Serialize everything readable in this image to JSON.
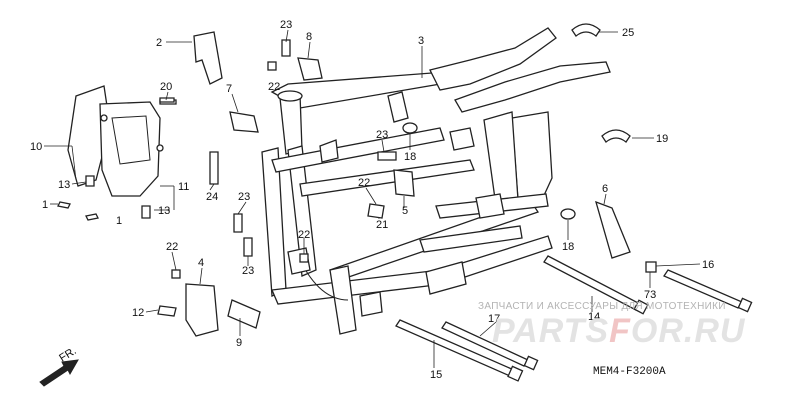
{
  "diagram": {
    "code": "MEM4-F3200A",
    "direction_label": "FR.",
    "watermark": {
      "text": "ЗАПЧАСТИ И АКСЕССУАРЫ ДЛЯ МОТОТЕХНИКИ",
      "logo_left": "PARTS",
      "logo_mark": "F",
      "logo_right": "OR.RU"
    },
    "callouts": [
      {
        "id": "c2",
        "label": "2"
      },
      {
        "id": "c3",
        "label": "3"
      },
      {
        "id": "c23a",
        "label": "23"
      },
      {
        "id": "c8",
        "label": "8"
      },
      {
        "id": "c22a",
        "label": "22"
      },
      {
        "id": "c25",
        "label": "25"
      },
      {
        "id": "c20",
        "label": "20"
      },
      {
        "id": "c7",
        "label": "7"
      },
      {
        "id": "c10",
        "label": "10"
      },
      {
        "id": "c13a",
        "label": "13"
      },
      {
        "id": "c11",
        "label": "11"
      },
      {
        "id": "c1a",
        "label": "1"
      },
      {
        "id": "c1b",
        "label": "1"
      },
      {
        "id": "c13b",
        "label": "13"
      },
      {
        "id": "c24",
        "label": "24"
      },
      {
        "id": "c23b",
        "label": "23"
      },
      {
        "id": "c18a",
        "label": "18"
      },
      {
        "id": "c19",
        "label": "19"
      },
      {
        "id": "c22b",
        "label": "22"
      },
      {
        "id": "c5",
        "label": "5"
      },
      {
        "id": "c21",
        "label": "21"
      },
      {
        "id": "c23c",
        "label": "23"
      },
      {
        "id": "c22c",
        "label": "22"
      },
      {
        "id": "c23d",
        "label": "23"
      },
      {
        "id": "c6",
        "label": "6"
      },
      {
        "id": "c18b",
        "label": "18"
      },
      {
        "id": "c22d",
        "label": "22"
      },
      {
        "id": "c4",
        "label": "4"
      },
      {
        "id": "c16",
        "label": "16"
      },
      {
        "id": "c73",
        "label": "73"
      },
      {
        "id": "c12",
        "label": "12"
      },
      {
        "id": "c9",
        "label": "9"
      },
      {
        "id": "c14",
        "label": "14"
      },
      {
        "id": "c17",
        "label": "17"
      },
      {
        "id": "c15",
        "label": "15"
      }
    ]
  }
}
